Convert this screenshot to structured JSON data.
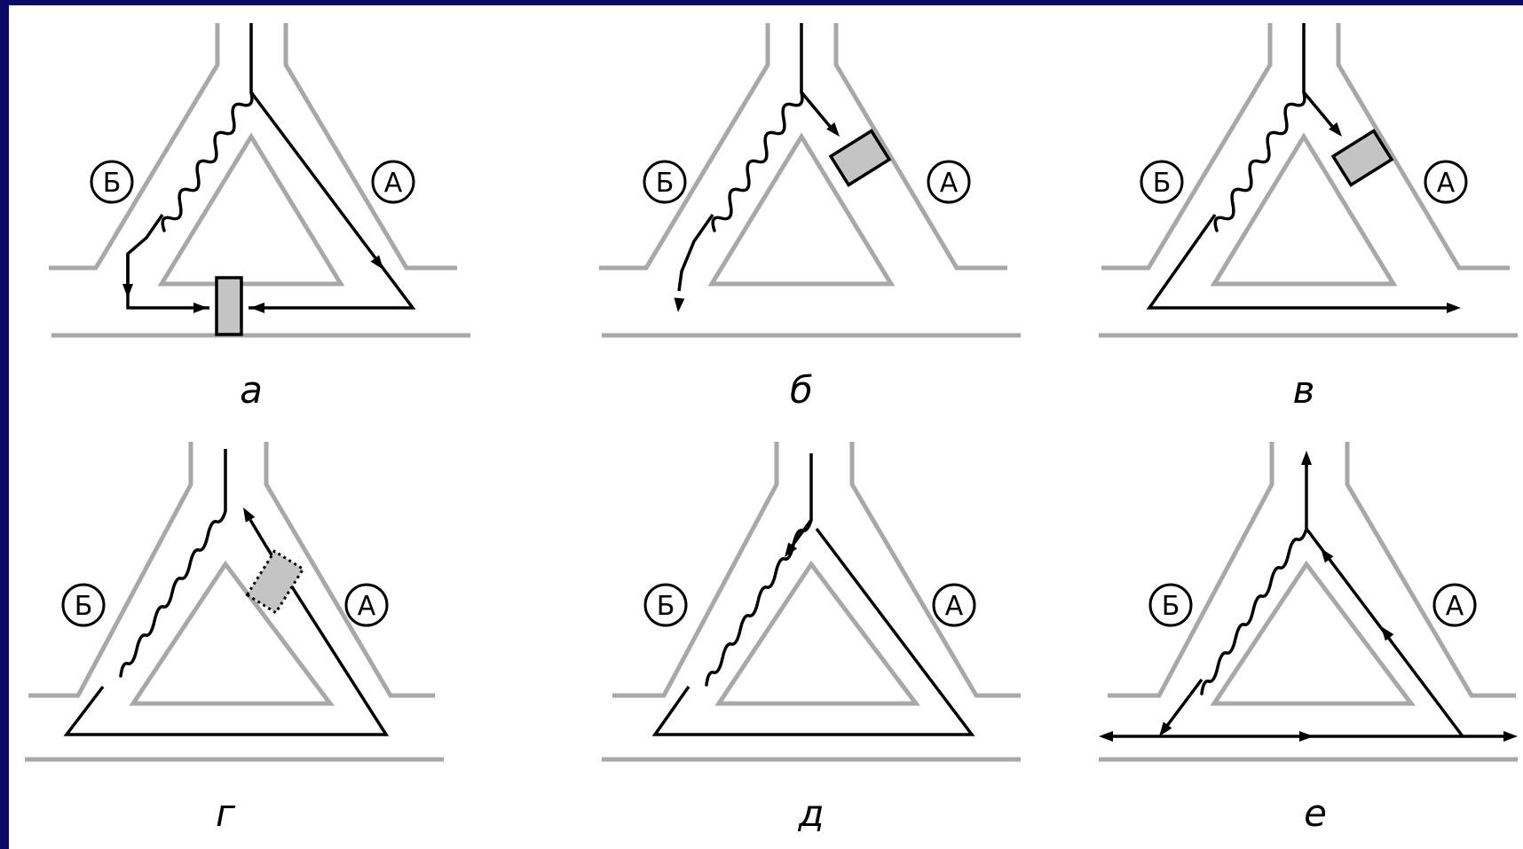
{
  "panels": [
    {
      "letter": "а",
      "left_label": "Б",
      "right_label": "А"
    },
    {
      "letter": "б",
      "left_label": "Б",
      "right_label": "А"
    },
    {
      "letter": "в",
      "left_label": "Б",
      "right_label": "А"
    },
    {
      "letter": "г",
      "left_label": "Б",
      "right_label": "А"
    },
    {
      "letter": "д",
      "left_label": "Б",
      "right_label": "А"
    },
    {
      "letter": "е",
      "left_label": "Б",
      "right_label": "А"
    }
  ],
  "colors": {
    "frame_border": "#0a0a66",
    "track": "#a8a8a8",
    "path": "#000000",
    "box_fill": "#c4c4c4"
  }
}
